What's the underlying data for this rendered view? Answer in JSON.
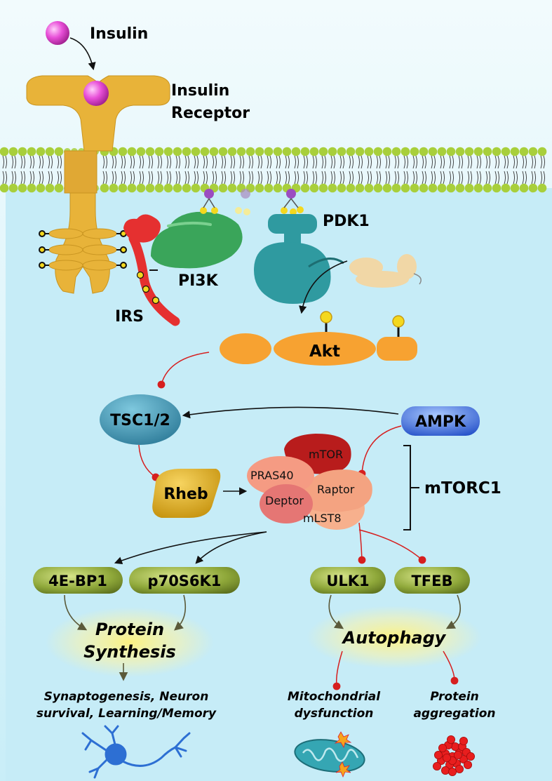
{
  "labels": {
    "insulin": "Insulin",
    "insulin_receptor_1": "Insulin",
    "insulin_receptor_2": "Receptor",
    "pdk1": "PDK1",
    "pi3k": "PI3K",
    "irs": "IRS",
    "akt": "Akt",
    "tsc": "TSC1/2",
    "ampk": "AMPK",
    "rheb": "Rheb",
    "mtorc1": "mTORC1",
    "mtor": "mTOR",
    "pras40": "PRAS40",
    "raptor": "Raptor",
    "deptor": "Deptor",
    "mlst8": "mLST8",
    "ebp1": "4E-BP1",
    "s6k1": "p70S6K1",
    "ulk1": "ULK1",
    "tfeb": "TFEB",
    "protein_synthesis_1": "Protein",
    "protein_synthesis_2": "Synthesis",
    "autophagy": "Autophagy",
    "outcome_synapto_1": "Synaptogenesis, Neuron",
    "outcome_synapto_2": "survival, Learning/Memory",
    "outcome_mito_1": "Mitochondrial",
    "outcome_mito_2": "dysfunction",
    "outcome_aggr_1": "Protein",
    "outcome_aggr_2": "aggregation"
  },
  "colors": {
    "background_top": "#f2fbfd",
    "background_bottom": "#c9eef8",
    "receptor": "#e8b339",
    "insulin": "#e84fd8",
    "irs": "#e53030",
    "pi3k": "#3aa55a",
    "pdk1": "#2f9aa0",
    "akt": "#f7a231",
    "tsc": "#3d98b8",
    "ampk": "#2f6ee0",
    "rheb": "#e2ad18",
    "mtor": "#b81c1c",
    "raptor": "#f4a381",
    "olive_nodes": "#8fa83a",
    "activation_arrow": "#111111",
    "inhibition_line": "#d61f1f",
    "membrane_heads": "#a8cf3b"
  }
}
